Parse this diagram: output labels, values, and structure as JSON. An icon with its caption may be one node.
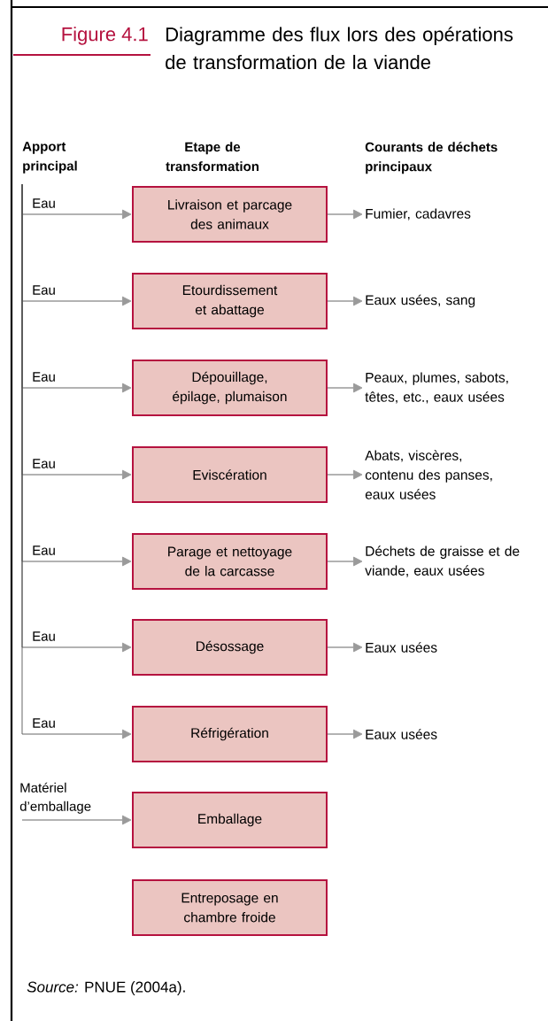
{
  "diagram": {
    "title": "Diagramme des flux lors des opérations de transformation de la viande",
    "caption": "*Source:* PNUE (2004a).",
    "nodes": [
      {
        "text": [
          "Livraison et parcage des animaux"
        ]
      },
      {
        "text": [
          "Etourdissement et abattage"
        ]
      },
      {
        "text": [
          "Dépouillage, épilage, plumaison"
        ]
      },
      {
        "text": [
          "Eviscération"
        ]
      },
      {
        "text": [
          "Parage et nettoyage de la carcasse"
        ]
      },
      {
        "text": [
          "Désossage"
        ]
      },
      {
        "text": [
          "Réfrigération"
        ]
      },
      {
        "text": [
          "Emballage"
        ]
      },
      {
        "text": [
          "Entreposage en chambre froide"
        ]
      },
      {
        "text": [
          "Fumier, cadavres"
        ]
      },
      {
        "text": [
          "Eaux usées, sang"
        ]
      },
      {
        "text": [
          "Peaux, plumes, sabots, têtes, etc., eaux usées"
        ]
      },
      {
        "text": [
          "Abats, viscères, contenu des panses, eaux usées"
        ]
      },
      {
        "text": [
          "Déchets de graisse et de viande, eaux usées"
        ]
      },
      {
        "text": [
          "Eaux usées"
        ]
      },
      {
        "text": [
          "Eaux usées"
        ]
      }
    ],
    "edges": [
      {
        "from": null,
        "to": 0,
        "arrow": "to",
        "label": "Eau"
      },
      {
        "from": null,
        "to": 1,
        "arrow": "to",
        "label": "Eau"
      },
      {
        "from": null,
        "to": 2,
        "arrow": "to",
        "label": "Eau"
      },
      {
        "from": null,
        "to": 3,
        "arrow": "to",
        "label": "Eau"
      },
      {
        "from": null,
        "to": 4,
        "arrow": "to",
        "label": "Eau"
      },
      {
        "from": null,
        "to": 5,
        "arrow": "to",
        "label": "Eau"
      },
      {
        "from": null,
        "to": 6,
        "arrow": "to",
        "label": "Eau"
      },
      {
        "from": null,
        "to": 7,
        "arrow": "to",
        "label": "Matériel d’emballage"
      },
      {
        "from": 0,
        "to": 9,
        "arrow": "to"
      },
      {
        "from": 1,
        "to": 10,
        "arrow": "to"
      },
      {
        "from": 2,
        "to": 11,
        "arrow": "to"
      },
      {
        "from": 3,
        "to": 12,
        "arrow": "to"
      },
      {
        "from": 4,
        "to": 13,
        "arrow": "to"
      },
      {
        "from": 5,
        "to": 14,
        "arrow": "to"
      },
      {
        "from": 6,
        "to": 15,
        "arrow": "to"
      }
    ],
    "labels": [
      "Figure 4.1",
      "Apport principal",
      "Etape de transformation",
      "Courants de déchets principaux"
    ]
  }
}
